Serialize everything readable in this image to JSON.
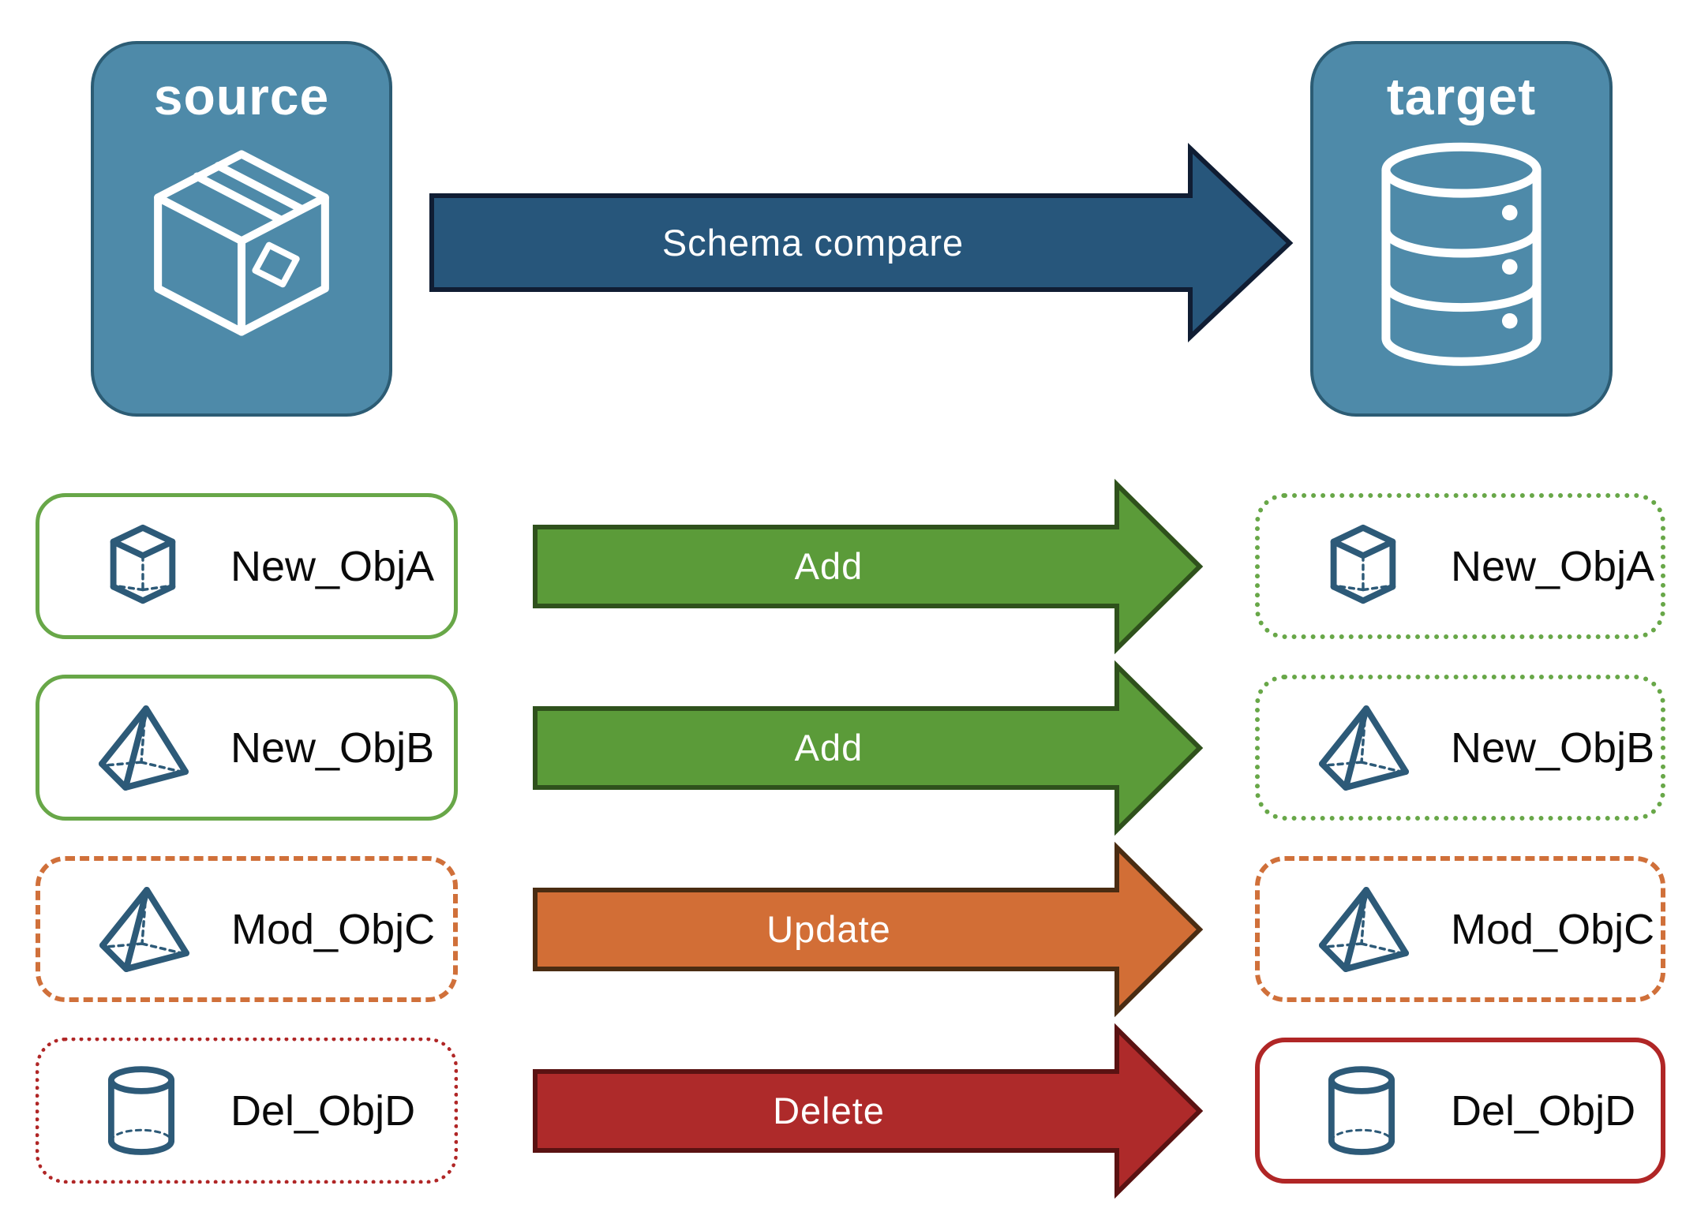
{
  "top": {
    "source": {
      "label": "source",
      "icon": "package-icon"
    },
    "target": {
      "label": "target",
      "icon": "database-icon"
    },
    "arrow": {
      "label": "Schema compare"
    }
  },
  "rows": [
    {
      "left": {
        "label": "New_ObjA",
        "icon": "cube-icon",
        "border_style": "solid",
        "border_color": "#68a748"
      },
      "arrow": {
        "label": "Add",
        "fill": "#5b9b39"
      },
      "right": {
        "label": "New_ObjA",
        "icon": "cube-icon",
        "border_style": "dotted",
        "border_color": "#68a748"
      }
    },
    {
      "left": {
        "label": "New_ObjB",
        "icon": "pyramid-icon",
        "border_style": "solid",
        "border_color": "#68a748"
      },
      "arrow": {
        "label": "Add",
        "fill": "#5b9b39"
      },
      "right": {
        "label": "New_ObjB",
        "icon": "pyramid-icon",
        "border_style": "dotted",
        "border_color": "#68a748"
      }
    },
    {
      "left": {
        "label": "Mod_ObjC",
        "icon": "pyramid-icon",
        "border_style": "dashed",
        "border_color": "#d0703a"
      },
      "arrow": {
        "label": "Update",
        "fill": "#d26e36"
      },
      "right": {
        "label": "Mod_ObjC",
        "icon": "pyramid-icon",
        "border_style": "dashed",
        "border_color": "#d0703a"
      }
    },
    {
      "left": {
        "label": "Del_ObjD",
        "icon": "cylinder-icon",
        "border_style": "dotted",
        "border_color": "#b02626"
      },
      "arrow": {
        "label": "Delete",
        "fill": "#ae2a2a"
      },
      "right": {
        "label": "Del_ObjD",
        "icon": "cylinder-icon",
        "border_style": "solid",
        "border_color": "#b02626"
      }
    }
  ],
  "palette": {
    "node_fill": "#4e8aa9",
    "node_border": "#2c5c74",
    "icon_blue": "#2d5a78",
    "compare_arrow_fill": "#27567b",
    "compare_arrow_border": "#101d33",
    "green": "#5b9b39",
    "orange": "#d26e36",
    "red": "#ae2a2a",
    "label_text": "#0a0a0a",
    "arrow_text": "#ffffff"
  }
}
